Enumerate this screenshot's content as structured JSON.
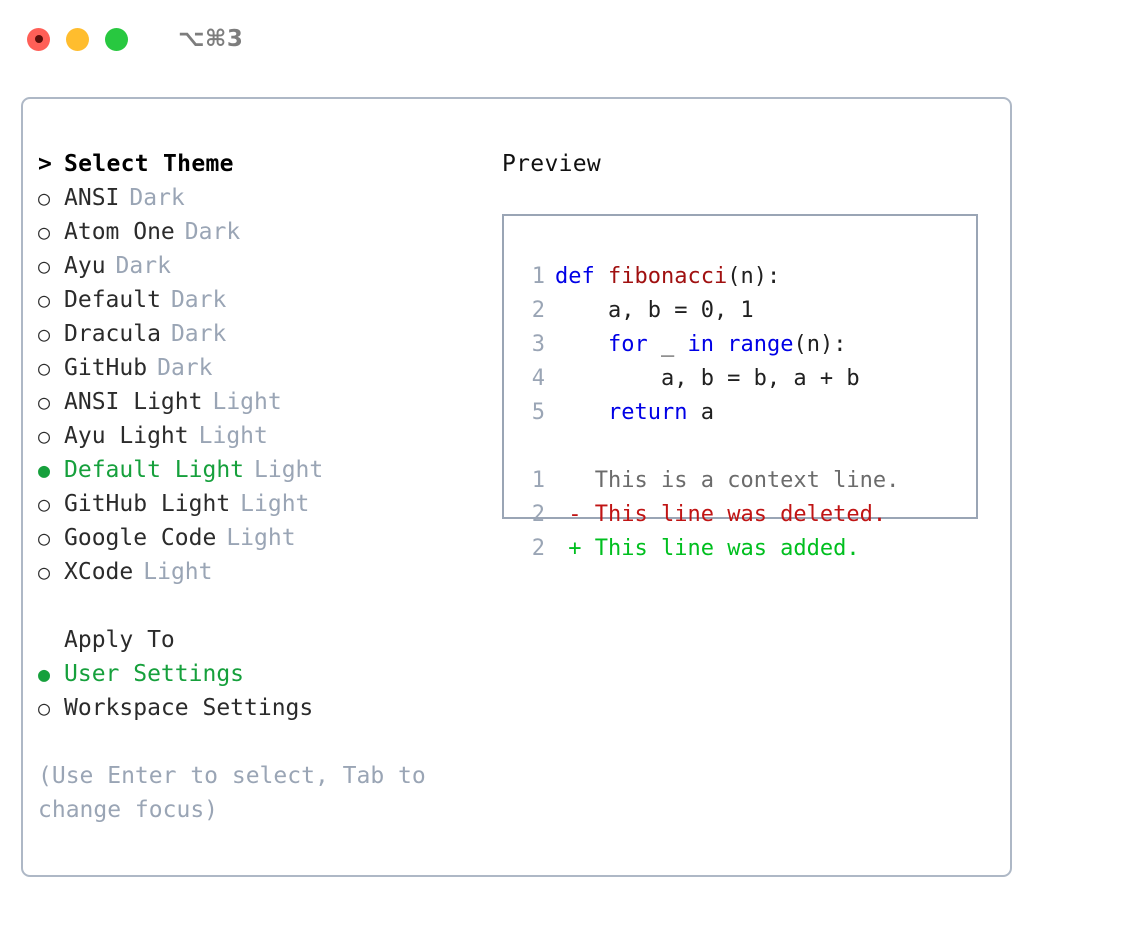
{
  "window": {
    "shortcut_label": "⌥⌘3",
    "traffic_lights": [
      {
        "name": "close",
        "color": "#ff5f57"
      },
      {
        "name": "minimize",
        "color": "#ffbd2e"
      },
      {
        "name": "maximize",
        "color": "#28c840"
      }
    ]
  },
  "theme_picker": {
    "prompt": ">",
    "title": "Select Theme",
    "marker_unselected": "○",
    "marker_selected": "●",
    "items": [
      {
        "name": "ANSI",
        "tag": "Dark",
        "selected": false
      },
      {
        "name": "Atom One",
        "tag": "Dark",
        "selected": false
      },
      {
        "name": "Ayu",
        "tag": "Dark",
        "selected": false
      },
      {
        "name": "Default",
        "tag": "Dark",
        "selected": false
      },
      {
        "name": "Dracula",
        "tag": "Dark",
        "selected": false
      },
      {
        "name": "GitHub",
        "tag": "Dark",
        "selected": false
      },
      {
        "name": "ANSI Light",
        "tag": "Light",
        "selected": false
      },
      {
        "name": "Ayu Light",
        "tag": "Light",
        "selected": false
      },
      {
        "name": "Default Light",
        "tag": "Light",
        "selected": true
      },
      {
        "name": "GitHub Light",
        "tag": "Light",
        "selected": false
      },
      {
        "name": "Google Code",
        "tag": "Light",
        "selected": false
      },
      {
        "name": "XCode",
        "tag": "Light",
        "selected": false
      }
    ]
  },
  "apply_to": {
    "title": "Apply To",
    "items": [
      {
        "name": "User Settings",
        "selected": true
      },
      {
        "name": "Workspace Settings",
        "selected": false
      }
    ]
  },
  "footer": {
    "hint": "(Use Enter to select, Tab to change focus)"
  },
  "preview": {
    "title": "Preview",
    "code_lines": [
      {
        "no": "1",
        "tokens": [
          {
            "t": "def",
            "c": "kw"
          },
          {
            "t": " ",
            "c": "plain"
          },
          {
            "t": "fibonacci",
            "c": "fn"
          },
          {
            "t": "(n):",
            "c": "plain"
          }
        ]
      },
      {
        "no": "2",
        "tokens": [
          {
            "t": "    a, b = 0, 1",
            "c": "plain"
          }
        ]
      },
      {
        "no": "3",
        "tokens": [
          {
            "t": "    ",
            "c": "plain"
          },
          {
            "t": "for",
            "c": "kw"
          },
          {
            "t": " _ ",
            "c": "plain"
          },
          {
            "t": "in",
            "c": "kw"
          },
          {
            "t": " ",
            "c": "plain"
          },
          {
            "t": "range",
            "c": "kw"
          },
          {
            "t": "(n):",
            "c": "plain"
          }
        ]
      },
      {
        "no": "4",
        "tokens": [
          {
            "t": "        a, b = b, a + b",
            "c": "plain"
          }
        ]
      },
      {
        "no": "5",
        "tokens": [
          {
            "t": "    ",
            "c": "plain"
          },
          {
            "t": "return",
            "c": "kw"
          },
          {
            "t": " a",
            "c": "plain"
          }
        ]
      }
    ],
    "diff_lines": [
      {
        "no": "1",
        "sign": " ",
        "text": "This is a context line.",
        "kind": "ctx"
      },
      {
        "no": "2",
        "sign": "-",
        "text": "This line was deleted.",
        "kind": "del"
      },
      {
        "no": "2",
        "sign": "+",
        "text": "This line was added.",
        "kind": "add"
      }
    ]
  },
  "colors": {
    "accent_green": "#16a03c",
    "muted": "#9aa5b5",
    "keyword_blue": "#0000e6",
    "function_red": "#a01010",
    "diff_add": "#00bf1f",
    "diff_del": "#c01414",
    "border": "#aeb8c6"
  }
}
